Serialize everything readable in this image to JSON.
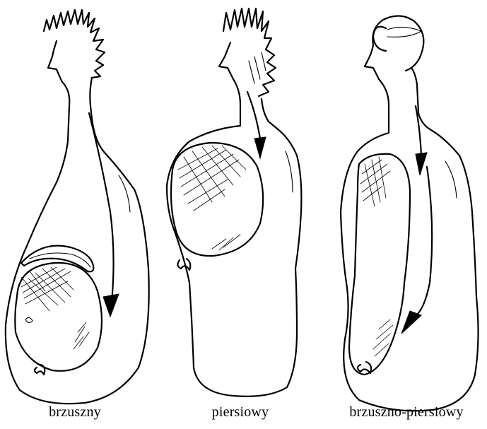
{
  "figures": [
    {
      "caption": "brzuszny"
    },
    {
      "caption": "piersiowy"
    },
    {
      "caption": "brzuszno-piersiowy"
    }
  ]
}
